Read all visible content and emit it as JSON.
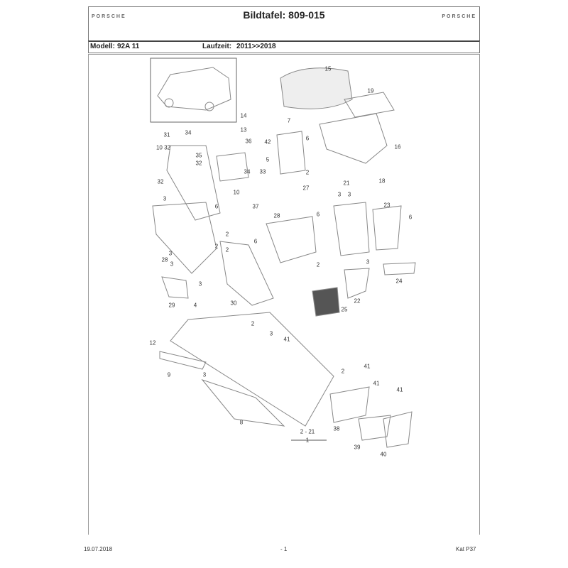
{
  "header": {
    "logo_left": "PORSCHE",
    "logo_right": "PORSCHE",
    "title": "Bildtafel: 809-015"
  },
  "model_bar": {
    "model_label": "Modell:",
    "model_value": "92A 11",
    "runtime_label": "Laufzeit:",
    "runtime_value": "2011>>2018"
  },
  "diagram": {
    "callouts": [
      "15",
      "19",
      "14",
      "7",
      "13",
      "6",
      "42",
      "16",
      "5",
      "2",
      "18",
      "31",
      "34",
      "36",
      "10 32",
      "35",
      "32",
      "34",
      "33",
      "32",
      "21",
      "27",
      "3",
      "3",
      "10",
      "3",
      "37",
      "6",
      "28",
      "23",
      "6",
      "6",
      "2",
      "6",
      "2",
      "2",
      "3",
      "28",
      "3",
      "2",
      "3",
      "24",
      "3",
      "29",
      "30",
      "22",
      "25",
      "4",
      "2",
      "3",
      "41",
      "12",
      "9",
      "3",
      "2",
      "41",
      "41",
      "41",
      "8",
      "2 - 21",
      "1",
      "38",
      "39",
      "40"
    ]
  },
  "footer": {
    "date": "19.07.2018",
    "page": "- 1",
    "catalog": "Kat P37"
  }
}
